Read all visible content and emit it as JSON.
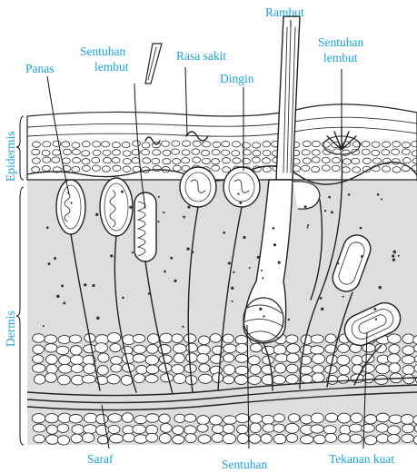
{
  "labels": {
    "rambut": "Rambut",
    "sentuhan_lembut_left_1": "Sentuhan",
    "sentuhan_lembut_left_2": "lembut",
    "rasa_sakit": "Rasa sakit",
    "sentuhan_lembut_right_1": "Sentuhan",
    "sentuhan_lembut_right_2": "lembut",
    "panas": "Panas",
    "dingin": "Dingin",
    "epidermis": "Epidermis",
    "dermis": "Dermis",
    "saraf": "Saraf",
    "sentuhan": "Sentuhan",
    "tekanan_kuat": "Tekanan kuat"
  },
  "colors": {
    "label": "#1aa3d9",
    "dermis_fill": "#dedede",
    "line": "#222222"
  }
}
